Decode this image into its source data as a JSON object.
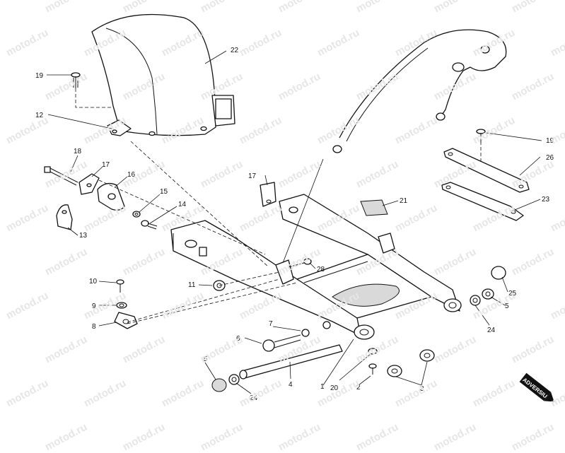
{
  "watermark": "motod.ru",
  "badge": "ADVERSIU",
  "callouts": {
    "c1": "1",
    "c2": "2",
    "c3": "3",
    "c4": "4",
    "c5a": "5",
    "c5b": "5",
    "c6": "6",
    "c7": "7",
    "c8": "8",
    "c9": "9",
    "c10": "10",
    "c11": "11",
    "c12": "12",
    "c13": "13",
    "c14": "14",
    "c15": "15",
    "c16": "16",
    "c17a": "17",
    "c17b": "17",
    "c18": "18",
    "c19a": "19",
    "c19b": "19",
    "c20": "20",
    "c21": "21",
    "c22": "22",
    "c23": "23",
    "c24a": "24",
    "c24b": "24",
    "c25": "25",
    "c26": "26",
    "c28": "28"
  }
}
